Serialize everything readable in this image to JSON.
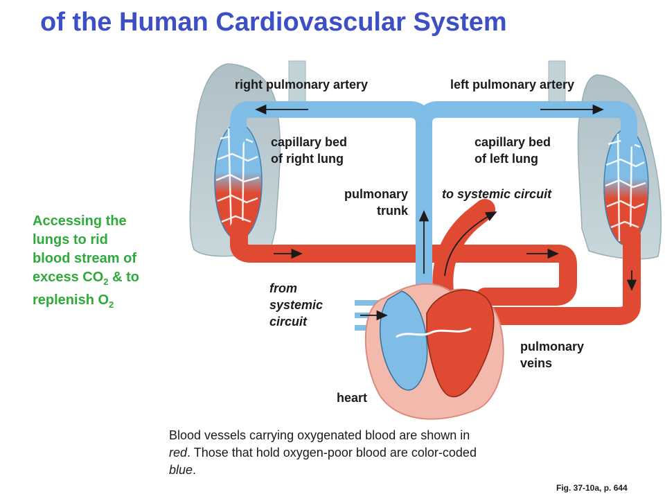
{
  "title": "of the Human Cardiovascular System",
  "labels": {
    "right_pulmonary_artery": "right pulmonary artery",
    "left_pulmonary_artery": "left pulmonary artery",
    "capillary_right_1": "capillary bed",
    "capillary_right_2": "of right lung",
    "capillary_left_1": "capillary bed",
    "capillary_left_2": "of left lung",
    "pulmonary_trunk_1": "pulmonary",
    "pulmonary_trunk_2": "trunk",
    "to_systemic": "to systemic circuit",
    "from_systemic_1": "from",
    "from_systemic_2": "systemic",
    "from_systemic_3": "circuit",
    "pulmonary_veins_1": "pulmonary",
    "pulmonary_veins_2": "veins",
    "heart": "heart"
  },
  "side_text": {
    "line1": "Accessing the",
    "line2": "lungs to rid",
    "line3": "blood stream of",
    "line4_pre": "excess CO",
    "line4_sub": "2",
    "line4_post": " & to",
    "line5_pre": "replenish O",
    "line5_sub": "2"
  },
  "caption": {
    "part1": "Blood vessels carrying oxygenated blood are shown in ",
    "red_word": "red",
    "part2": ". Those that hold oxygen-poor blood are color-coded ",
    "blue_word": "blue",
    "part3": "."
  },
  "figure_ref": "Fig. 37-10a, p. 644",
  "colors": {
    "title": "#3c4fc4",
    "side_text": "#2eaa3a",
    "oxygenated": "#e04a32",
    "deoxygenated": "#7fbde6",
    "lung": "#b7c9cf"
  }
}
